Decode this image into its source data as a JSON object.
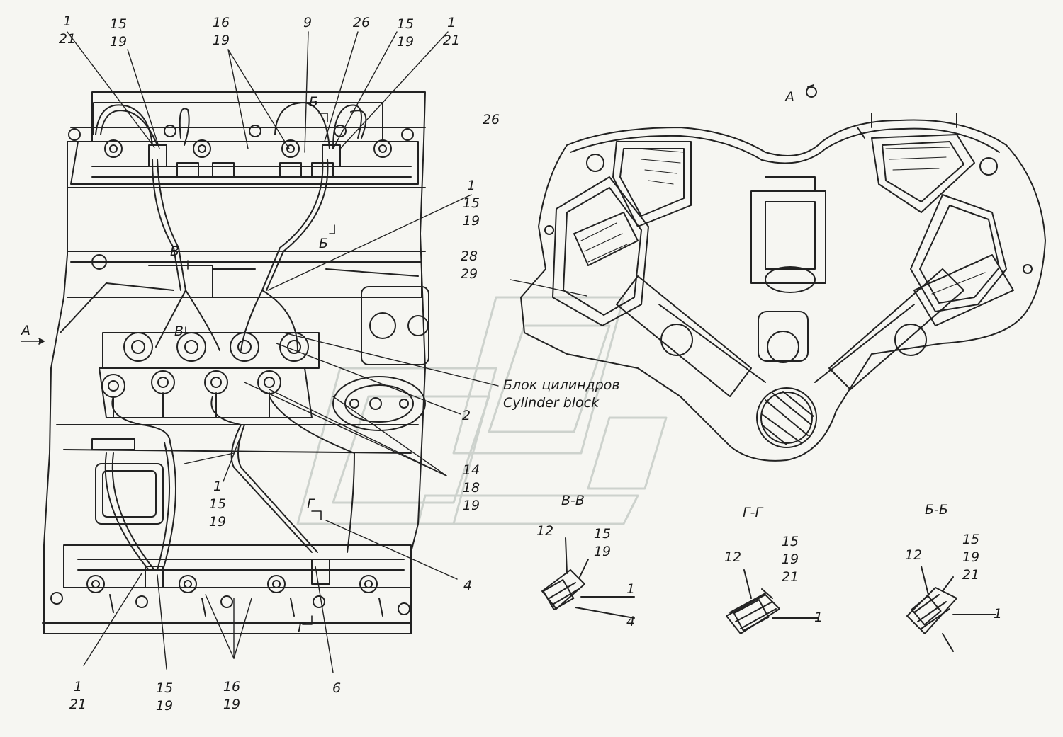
{
  "labels": [
    {
      "id": "top-1-21-left",
      "lines": [
        "1",
        "21"
      ]
    },
    {
      "id": "top-15-19-left",
      "lines": [
        "15",
        "19"
      ]
    },
    {
      "id": "top-16-19",
      "lines": [
        "16",
        "19"
      ]
    },
    {
      "id": "top-9",
      "lines": [
        "9"
      ]
    },
    {
      "id": "top-26",
      "lines": [
        "26"
      ]
    },
    {
      "id": "top-15-19-right",
      "lines": [
        "15",
        "19"
      ]
    },
    {
      "id": "top-1-21-right",
      "lines": [
        "1",
        "21"
      ]
    },
    {
      "id": "mid-1-15-19",
      "lines": [
        "1",
        "15",
        "19"
      ]
    },
    {
      "id": "mid-28-29",
      "lines": [
        "28",
        "29"
      ]
    },
    {
      "id": "right-26",
      "lines": [
        "26"
      ]
    },
    {
      "id": "num-2",
      "lines": [
        "2"
      ]
    },
    {
      "id": "num-14-18-19",
      "lines": [
        "14",
        "18",
        "19"
      ]
    },
    {
      "id": "num-1-15-19-low",
      "lines": [
        "1",
        "15",
        "19"
      ]
    },
    {
      "id": "num-4",
      "lines": [
        "4"
      ]
    },
    {
      "id": "bot-1-21",
      "lines": [
        "1",
        "21"
      ]
    },
    {
      "id": "bot-15-19",
      "lines": [
        "15",
        "19"
      ]
    },
    {
      "id": "bot-16-19",
      "lines": [
        "16",
        "19"
      ]
    },
    {
      "id": "bot-6",
      "lines": [
        "6"
      ]
    },
    {
      "id": "vv-12",
      "lines": [
        "12"
      ]
    },
    {
      "id": "vv-15-19",
      "lines": [
        "15",
        "19"
      ]
    },
    {
      "id": "vv-1",
      "lines": [
        "1"
      ]
    },
    {
      "id": "vv-4",
      "lines": [
        "4"
      ]
    },
    {
      "id": "gg-12",
      "lines": [
        "12"
      ]
    },
    {
      "id": "gg-15-19-21",
      "lines": [
        "15",
        "19",
        "21"
      ]
    },
    {
      "id": "gg-1",
      "lines": [
        "1"
      ]
    },
    {
      "id": "bb-12",
      "lines": [
        "12"
      ]
    },
    {
      "id": "bb-15-19-21",
      "lines": [
        "15",
        "19",
        "21"
      ]
    },
    {
      "id": "bb-1",
      "lines": [
        "1"
      ]
    }
  ],
  "section_marks": {
    "b_top": "Б",
    "b_mid": "Б",
    "v_upper": "В",
    "v_lower": "В",
    "g_lower": "Г",
    "g_mark": "Г",
    "a_arrow": "А"
  },
  "view_a_title": "А",
  "section_titles": {
    "vv": "В-В",
    "gg": "Г-Г",
    "bb": "Б-Б"
  },
  "callout": {
    "ru": "Блок цилиндров",
    "en": "Cylinder block"
  }
}
